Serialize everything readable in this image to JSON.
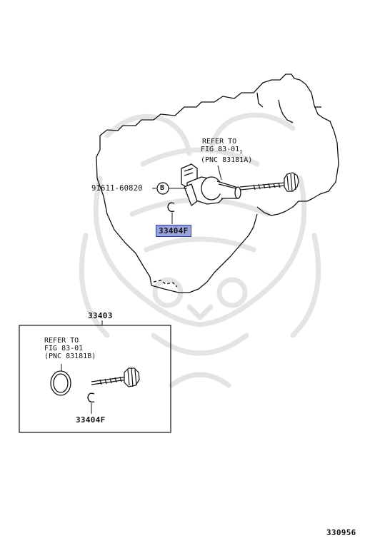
{
  "refer_top": {
    "line1": "REFER TO",
    "line2": "FIG 83-01",
    "line2_sub": "1",
    "line3": "(PNC 83181A)"
  },
  "bolt_callout": {
    "part_number": "91611-60820",
    "marker": "B"
  },
  "clip_callout_top": {
    "part_number": "33404F"
  },
  "kit_callout": {
    "part_number": "33403"
  },
  "refer_box": {
    "line1": "REFER TO",
    "line2": "FIG 83-01",
    "line3": "(PNC 83181B)"
  },
  "clip_callout_box": {
    "part_number": "33404F"
  },
  "diagram_id": "330956",
  "colors": {
    "highlight_fill": "#9aa3dd",
    "highlight_border": "#2b3a9e",
    "line": "#111111",
    "watermark": "#e6e6e6"
  }
}
